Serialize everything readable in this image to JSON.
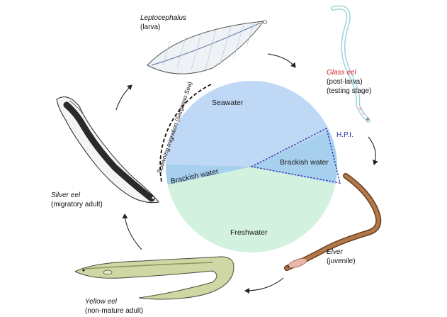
{
  "stages": {
    "leptocephalus": {
      "name": "Leptocephalus",
      "desc": "(larva)"
    },
    "glass_eel": {
      "name": "Glass eel",
      "desc1": "(post-larva)",
      "desc2": "(testing stage)",
      "name_color": "#d0232a"
    },
    "elver": {
      "name": "Elver",
      "desc": "(juvenile)"
    },
    "yellow_eel": {
      "name": "Yellow eel",
      "desc": "(non-mature adult)"
    },
    "silver_eel": {
      "name": "Silver eel",
      "desc": "(migratory adult)"
    }
  },
  "habitats": {
    "seawater": "Seawater",
    "brackish_right": "Brackish water",
    "brackish_left": "Brackish water",
    "freshwater": "Freshwater",
    "hpi": "H.P.I."
  },
  "migration_label": "Spawning migration (Sargasso Sea)",
  "colors": {
    "seawater": "#bfd8f6",
    "brackish": "#a7d0ee",
    "freshwater": "#d3f1df",
    "hpi": "#2b2fa8",
    "arrow": "#222222"
  }
}
